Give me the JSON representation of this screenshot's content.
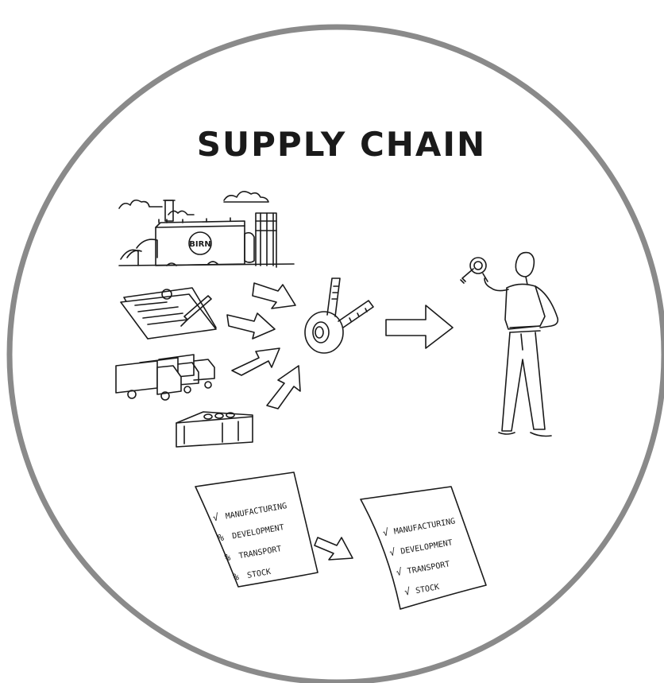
{
  "title": "SUPPLY CHAIN",
  "factory": {
    "sign": "BIRN"
  },
  "checklist_before": {
    "items": [
      {
        "mark": "√",
        "label": "MANUFACTURING"
      },
      {
        "mark": "%",
        "label": "DEVELOPMENT"
      },
      {
        "mark": "%",
        "label": "TRANSPORT"
      },
      {
        "mark": "%",
        "label": "STOCK"
      }
    ]
  },
  "checklist_after": {
    "items": [
      {
        "mark": "√",
        "label": "MANUFACTURING"
      },
      {
        "mark": "√",
        "label": "DEVELOPMENT"
      },
      {
        "mark": "√",
        "label": "TRANSPORT"
      },
      {
        "mark": "√",
        "label": "STOCK"
      }
    ]
  },
  "colors": {
    "circle": "#8a8a8a",
    "ink": "#1a1a1a",
    "background": "#ffffff"
  },
  "icons": [
    "factory-icon",
    "contract-icon",
    "trucks-icon",
    "warehouse-icon",
    "measuring-tool-icon",
    "man-with-magnifier-icon",
    "arrow-icon"
  ]
}
